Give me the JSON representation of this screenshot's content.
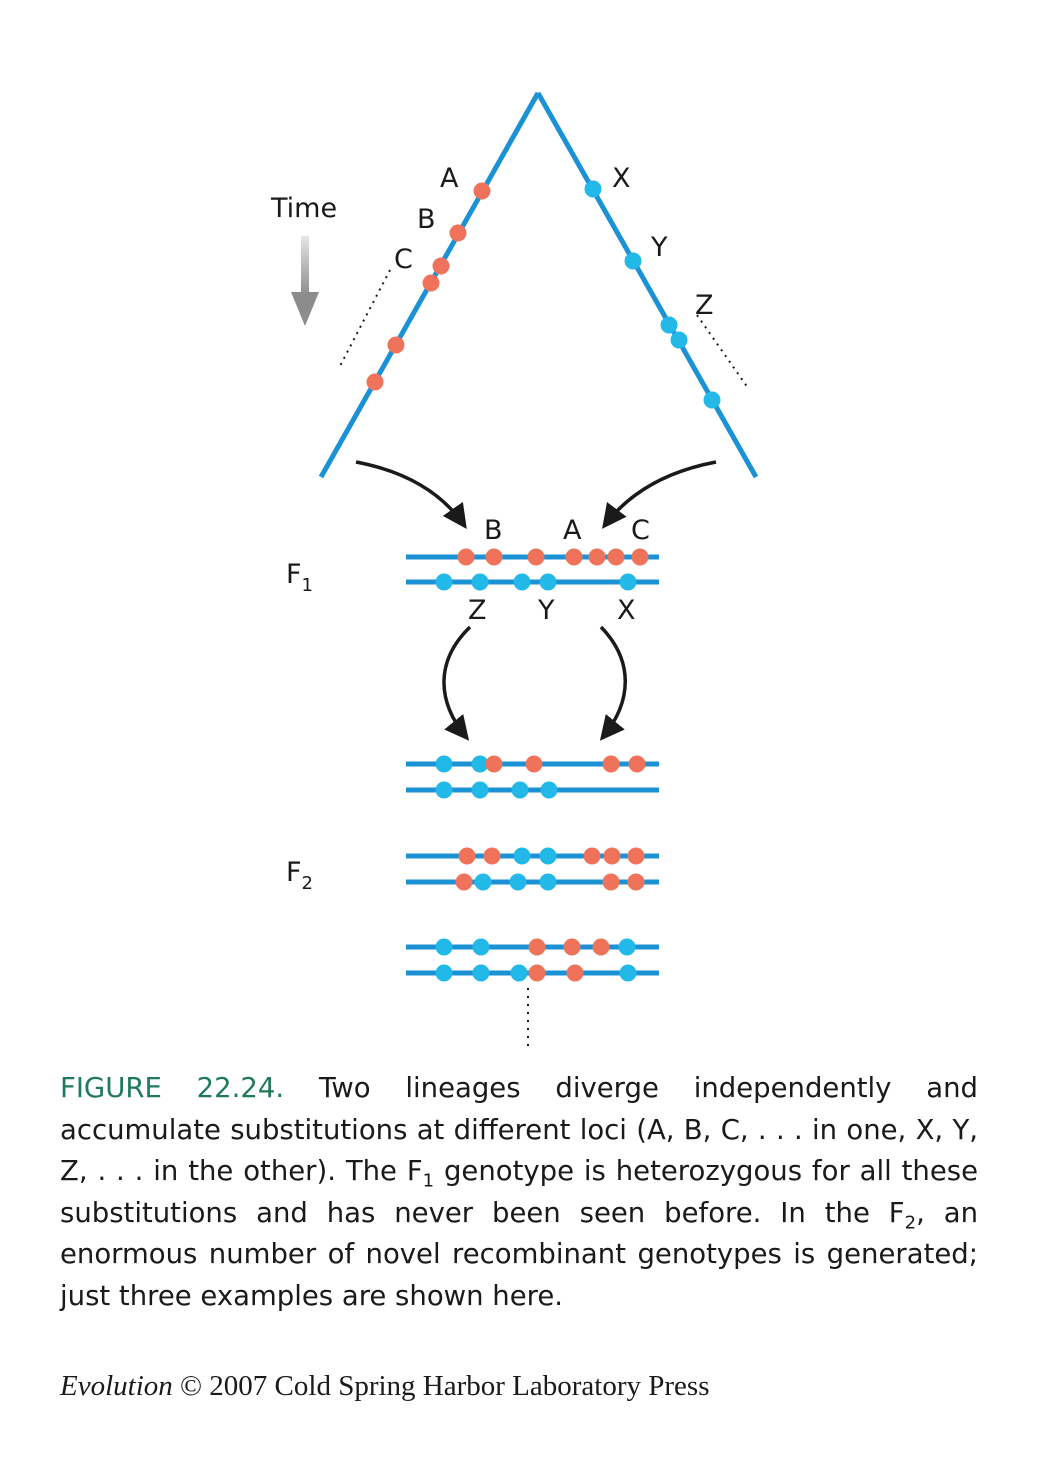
{
  "diagram": {
    "time_label": "Time",
    "colors": {
      "line": "#1b91d6",
      "substitution_left": "#ef735b",
      "substitution_right": "#22b8e8",
      "arrow": "#1a1a1a",
      "time_arrow": "#9e9e9e",
      "caption_accent": "#1f7a5a"
    },
    "left_lineage": {
      "loci": [
        "A",
        "B",
        "C"
      ]
    },
    "right_lineage": {
      "loci": [
        "X",
        "Y",
        "Z"
      ]
    },
    "f1": {
      "label": "F",
      "subscript": "1",
      "top_labels": [
        "B",
        "A",
        "C"
      ],
      "bottom_labels": [
        "Z",
        "Y",
        "X"
      ]
    },
    "f2": {
      "label": "F",
      "subscript": "2"
    }
  },
  "caption": {
    "figure_label": "FIGURE 22.24.",
    "part1": "Two lineages diverge independently and accumulate substitutions at different loci (A, B, C, . . . in one, X, Y, Z, . . . in the other). The F",
    "sub1": "1",
    "part2": " genotype is heterozygous for all these substitutions and has never been seen before. In the F",
    "sub2": "2",
    "part3": ", an enormous number of novel recombinant genotypes is generated; just three examples are shown here."
  },
  "credit": {
    "book": "Evolution",
    "rest": " © 2007 Cold Spring Harbor Laboratory Press"
  }
}
